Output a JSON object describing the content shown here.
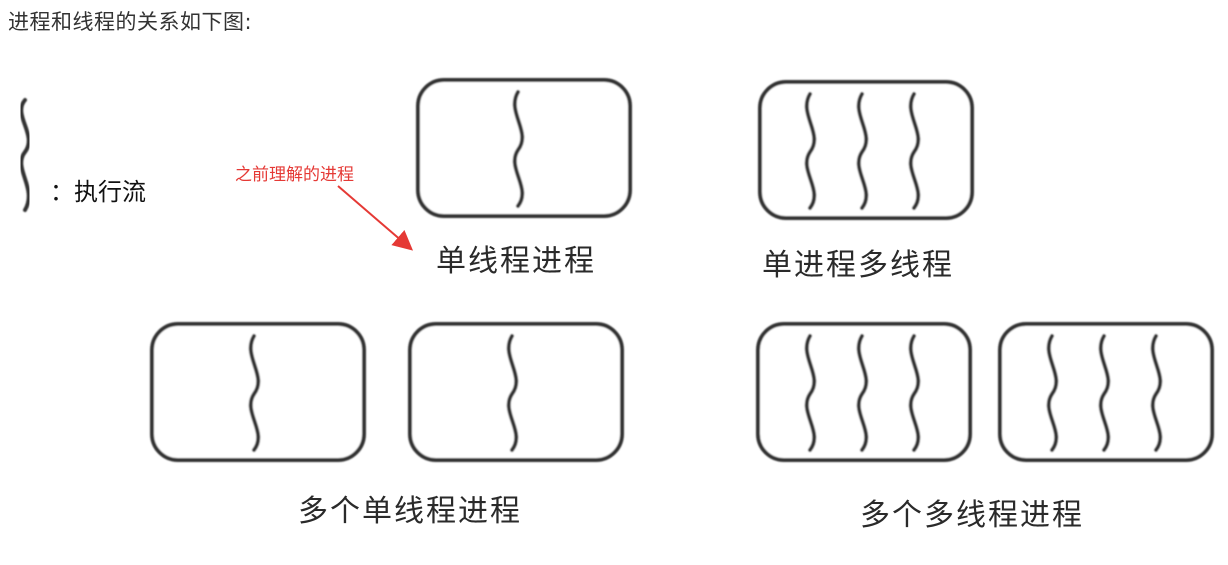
{
  "heading": "进程和线程的关系如下图:",
  "legend": {
    "icon": "wavy-line-thread-icon",
    "text": "：执行流"
  },
  "annotation": {
    "text": "之前理解的进程",
    "color": "#e53935"
  },
  "quadrants": [
    {
      "id": "single-process-single-thread",
      "label": "单线程进程",
      "processes": 1,
      "threads_per_process": 1
    },
    {
      "id": "single-process-multi-thread",
      "label": "单进程多线程",
      "processes": 1,
      "threads_per_process": 3
    },
    {
      "id": "multi-process-single-thread",
      "label": "多个单线程进程",
      "processes": 2,
      "threads_per_process": 1
    },
    {
      "id": "multi-process-multi-thread",
      "label": "多个多线程进程",
      "processes": 2,
      "threads_per_process": 3
    }
  ]
}
